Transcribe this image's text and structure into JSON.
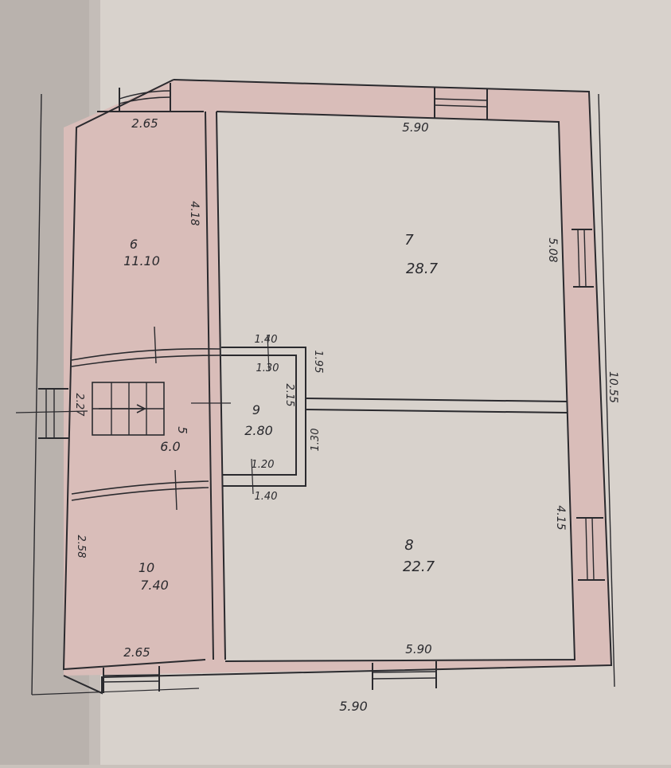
{
  "plan": {
    "rooms": [
      {
        "id": "6",
        "area": "11.10"
      },
      {
        "id": "7",
        "area": "28.7"
      },
      {
        "id": "9",
        "area": "2.80"
      },
      {
        "id": "8",
        "area": "22.7"
      },
      {
        "id": "10",
        "area": "7.40"
      },
      {
        "id": "5",
        "area": "6.0"
      }
    ],
    "dimensions": {
      "top_left_width": "2.65",
      "top_right_width": "5.90",
      "bottom_left_width": "2.65",
      "bottom_right_width": "5.90",
      "overall_width": "5.90",
      "room6_height": "4.18",
      "right_upper_height": "5.08",
      "right_total_height": "10.55",
      "right_lower_height": "4.15",
      "left_upper_height": "2.27",
      "left_lower_height": "2.58",
      "closet_top_outer": "1.40",
      "closet_top_inner": "1.30",
      "closet_bottom_inner": "1.20",
      "closet_bottom_outer": "1.40",
      "closet_right_upper": "1.95",
      "closet_right_lower": "1.30",
      "closet_depth": "2.15"
    }
  },
  "colors": {
    "paper": "#d8d2cc",
    "wall_fill": "#d9bdb9",
    "ink": "#2a2a2e"
  }
}
